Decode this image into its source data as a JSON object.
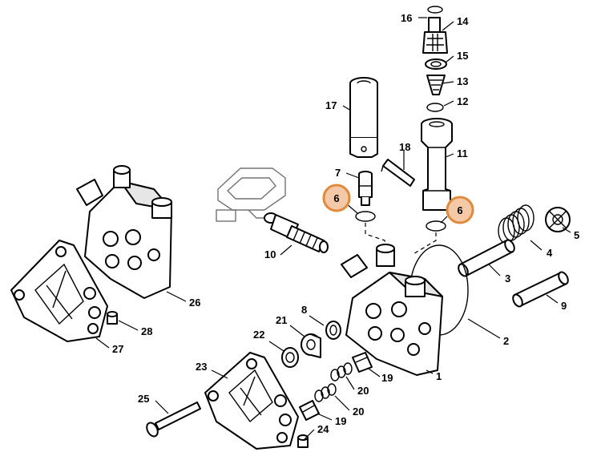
{
  "callouts": {
    "c1": "1",
    "c2": "2",
    "c3": "3",
    "c4": "4",
    "c5": "5",
    "c6a": "6",
    "c6b": "6",
    "c7": "7",
    "c8": "8",
    "c9": "9",
    "c10": "10",
    "c11": "11",
    "c12": "12",
    "c13": "13",
    "c14": "14",
    "c15": "15",
    "c16": "16",
    "c17": "17",
    "c18": "18",
    "c19a": "19",
    "c19b": "19",
    "c20a": "20",
    "c20b": "20",
    "c21": "21",
    "c22": "22",
    "c23": "23",
    "c24": "24",
    "c25": "25",
    "c26": "26",
    "c27": "27",
    "c28": "28"
  },
  "colors": {
    "line": "#000000",
    "highlight_fill": "#f3c9a8",
    "highlight_stroke": "#e08a3c",
    "shade": "#e6e6e6"
  }
}
